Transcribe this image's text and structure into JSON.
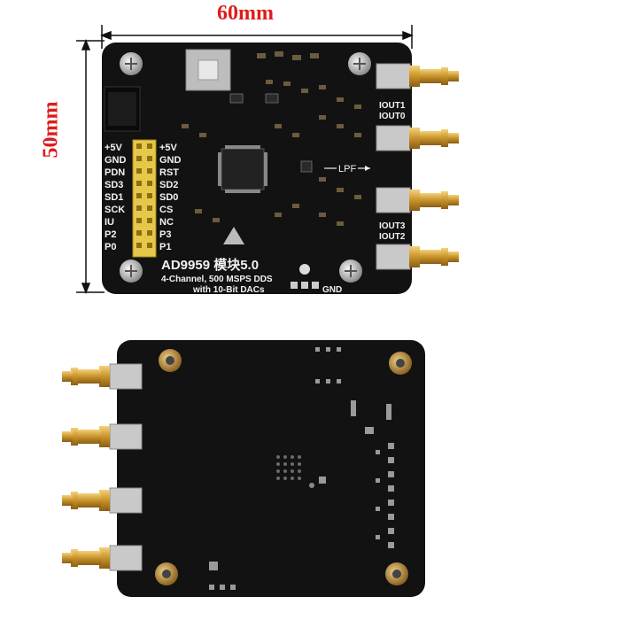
{
  "dimensions": {
    "width_label": "60mm",
    "height_label": "50mm"
  },
  "board_front": {
    "title": "AD9959 模块5.0",
    "subtitle_1": "4-Channel, 500 MSPS DDS",
    "subtitle_2": "with 10-Bit DACs",
    "lpf_label": "LPF",
    "gnd_label": "GND",
    "left_pins": [
      "+5V",
      "GND",
      "PDN",
      "SD3",
      "SD1",
      "SCK",
      "IU",
      "P2",
      "P0"
    ],
    "right_pins": [
      "+5V",
      "GND",
      "RST",
      "SD2",
      "SD0",
      "CS",
      "NC",
      "P3",
      "P1"
    ],
    "outputs": [
      "IOUT1",
      "IOUT0",
      "IOUT3",
      "IOUT2"
    ]
  },
  "colors": {
    "dimension": "#e01b1b",
    "pcb": "#121212",
    "gold": "#d9a633",
    "header": "#e5c84a"
  },
  "icons": [
    "sma-connector",
    "mounting-screw",
    "pin-header",
    "dds-chip"
  ]
}
